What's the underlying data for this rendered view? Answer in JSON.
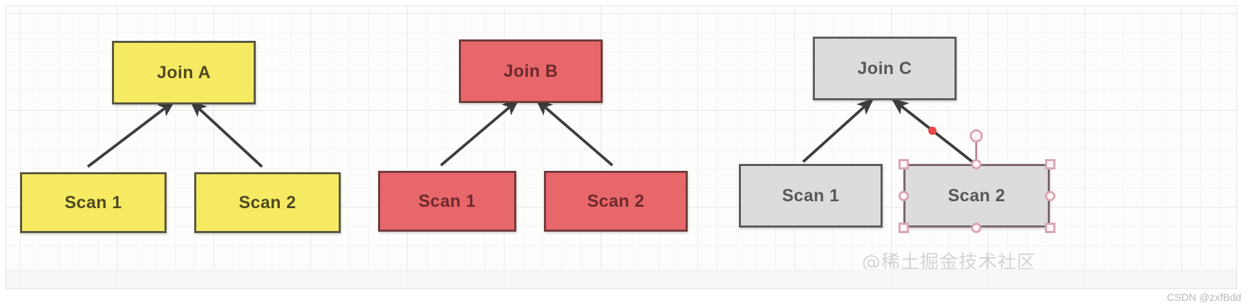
{
  "canvas": {
    "background_color": "#fdfdfc",
    "grid": true,
    "border_color": "#e3e3e3"
  },
  "groups": [
    {
      "id": "group-a",
      "color_name": "yellow",
      "fill": "#f7ea63",
      "stroke": "#595744",
      "root": {
        "label": "Join A"
      },
      "children": [
        {
          "label": "Scan 1"
        },
        {
          "label": "Scan 2"
        }
      ]
    },
    {
      "id": "group-b",
      "color_name": "red",
      "fill": "#e8676b",
      "stroke": "#6f3b3c",
      "root": {
        "label": "Join B"
      },
      "children": [
        {
          "label": "Scan 1"
        },
        {
          "label": "Scan 2"
        }
      ]
    },
    {
      "id": "group-c",
      "color_name": "gray",
      "fill": "#dcdcdc",
      "stroke": "#5b5b5b",
      "root": {
        "label": "Join C"
      },
      "children": [
        {
          "label": "Scan 1"
        },
        {
          "label": "Scan 2"
        }
      ]
    }
  ],
  "selection": {
    "target_label": "Scan 2",
    "group_id": "group-c",
    "handle_color": "#d9a5b2",
    "outline_color": "#8b6a70",
    "marker_color": "#e8474b"
  },
  "watermarks": {
    "diagram_watermark": "@稀土掘金技术社区",
    "attribution": "CSDN @zxfBdd"
  }
}
